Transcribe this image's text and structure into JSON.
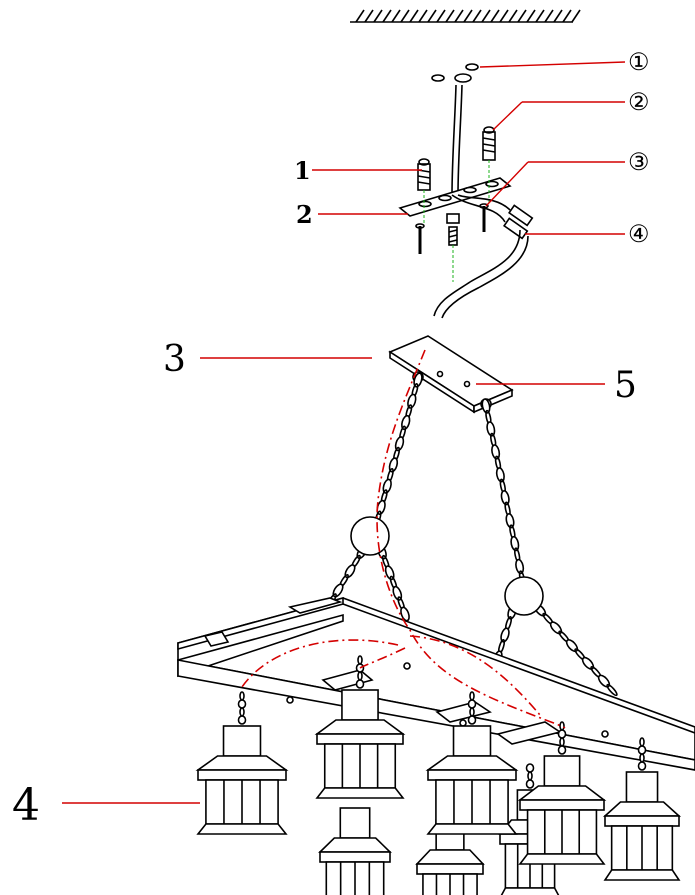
{
  "labels": {
    "circ1": "①",
    "circ2": "②",
    "circ3": "③",
    "circ4": "④",
    "n1": "1",
    "n2": "2",
    "n3": "3",
    "n4": "4",
    "n5": "5"
  },
  "colors": {
    "leader": "#d40000",
    "wire": "#d40000",
    "guide": "#1db31d",
    "line": "#000000"
  }
}
